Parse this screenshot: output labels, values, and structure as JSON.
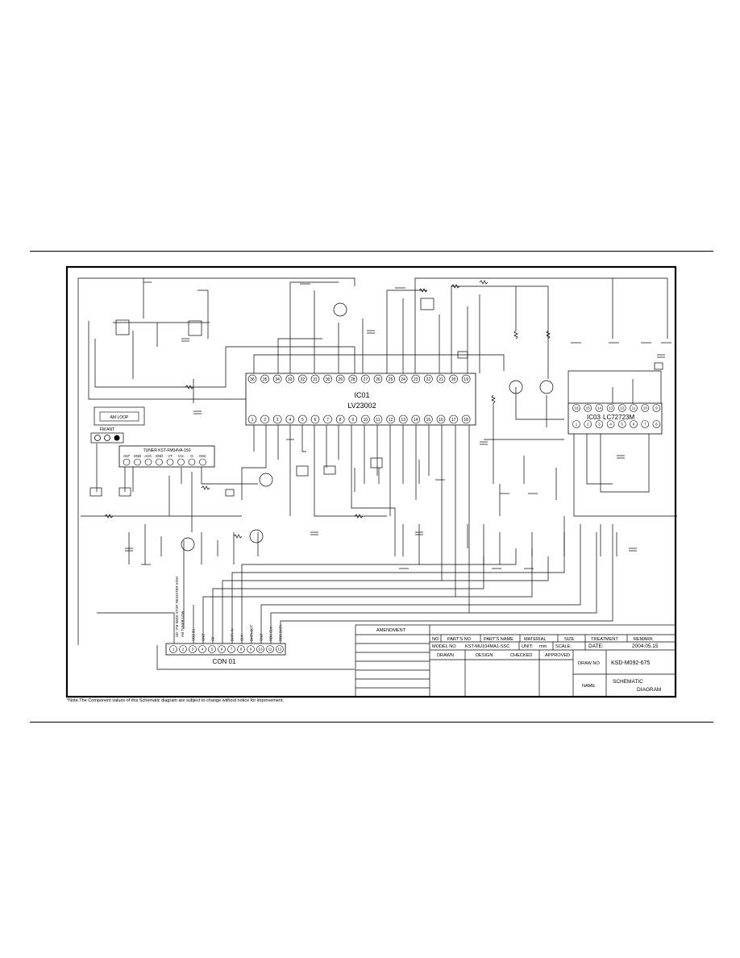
{
  "ic01": {
    "ref": "IC01",
    "part": "LV23002",
    "pins_top": [
      "36",
      "35",
      "34",
      "33",
      "32",
      "31",
      "30",
      "29",
      "28",
      "27",
      "26",
      "25",
      "24",
      "23",
      "22",
      "21",
      "20",
      "19"
    ],
    "pins_bottom": [
      "1",
      "2",
      "3",
      "4",
      "5",
      "6",
      "7",
      "8",
      "9",
      "10",
      "11",
      "12",
      "13",
      "14",
      "15",
      "16",
      "17",
      "18"
    ]
  },
  "ic03": {
    "ref": "IC03",
    "part": "LC72723M",
    "pins_top": [
      "16",
      "15",
      "14",
      "13",
      "12",
      "11",
      "10",
      "9"
    ],
    "pins_bottom": [
      "1",
      "2",
      "3",
      "4",
      "5",
      "6",
      "7",
      "8"
    ]
  },
  "am_loop": "AM LOOP",
  "fm_ant": "FM ANT",
  "tuner": {
    "label": "TUNER KST-FM04VA-150",
    "pins": [
      "ANT",
      "GND",
      "AGC",
      "GND",
      "VT",
      "Vcc",
      "O",
      "OSC"
    ]
  },
  "connector": {
    "label": "CON 01",
    "pins": [
      "1",
      "2",
      "3",
      "4",
      "5",
      "6",
      "7",
      "8",
      "9",
      "10",
      "11",
      "12"
    ],
    "signals": [
      "VCC 3V",
      "GND",
      "CE",
      "DATA IN",
      "CLK",
      "DATA OUT",
      "GND",
      "RDS CLK",
      "RDS DATA"
    ],
    "pin1_note": [
      "SD : FM SEEK STOP, REGISTER HIGH",
      "AM TUNER LOW"
    ]
  },
  "title_block": {
    "amendment": "AMENDMENT",
    "headers": [
      "NO",
      "PART'S NO",
      "PART'S NAME",
      "MATERIAL",
      "SIZE",
      "TREATMENT",
      "REMARK"
    ],
    "model_no_label": "MODEL NO",
    "model_no": "KST-MU104MA1-SSC",
    "unit_label": "UNIT:",
    "unit": "mm",
    "scale_label": "SCALE:",
    "date_label": "DATE:",
    "date": "2004.05.15",
    "drawn": "DRAWN",
    "design": "DESIGN",
    "checked": "CHECKED",
    "approved": "APPROVED",
    "draw_no_label": "DRAW NO",
    "draw_no": "KSD-M092-675",
    "name_label": "NAME",
    "name_line1": "SCHEMATIC",
    "name_line2": "DIAGRAM"
  },
  "note": "*Note.The Component values of this Schematic diagram are subject to change without notice for improvement."
}
